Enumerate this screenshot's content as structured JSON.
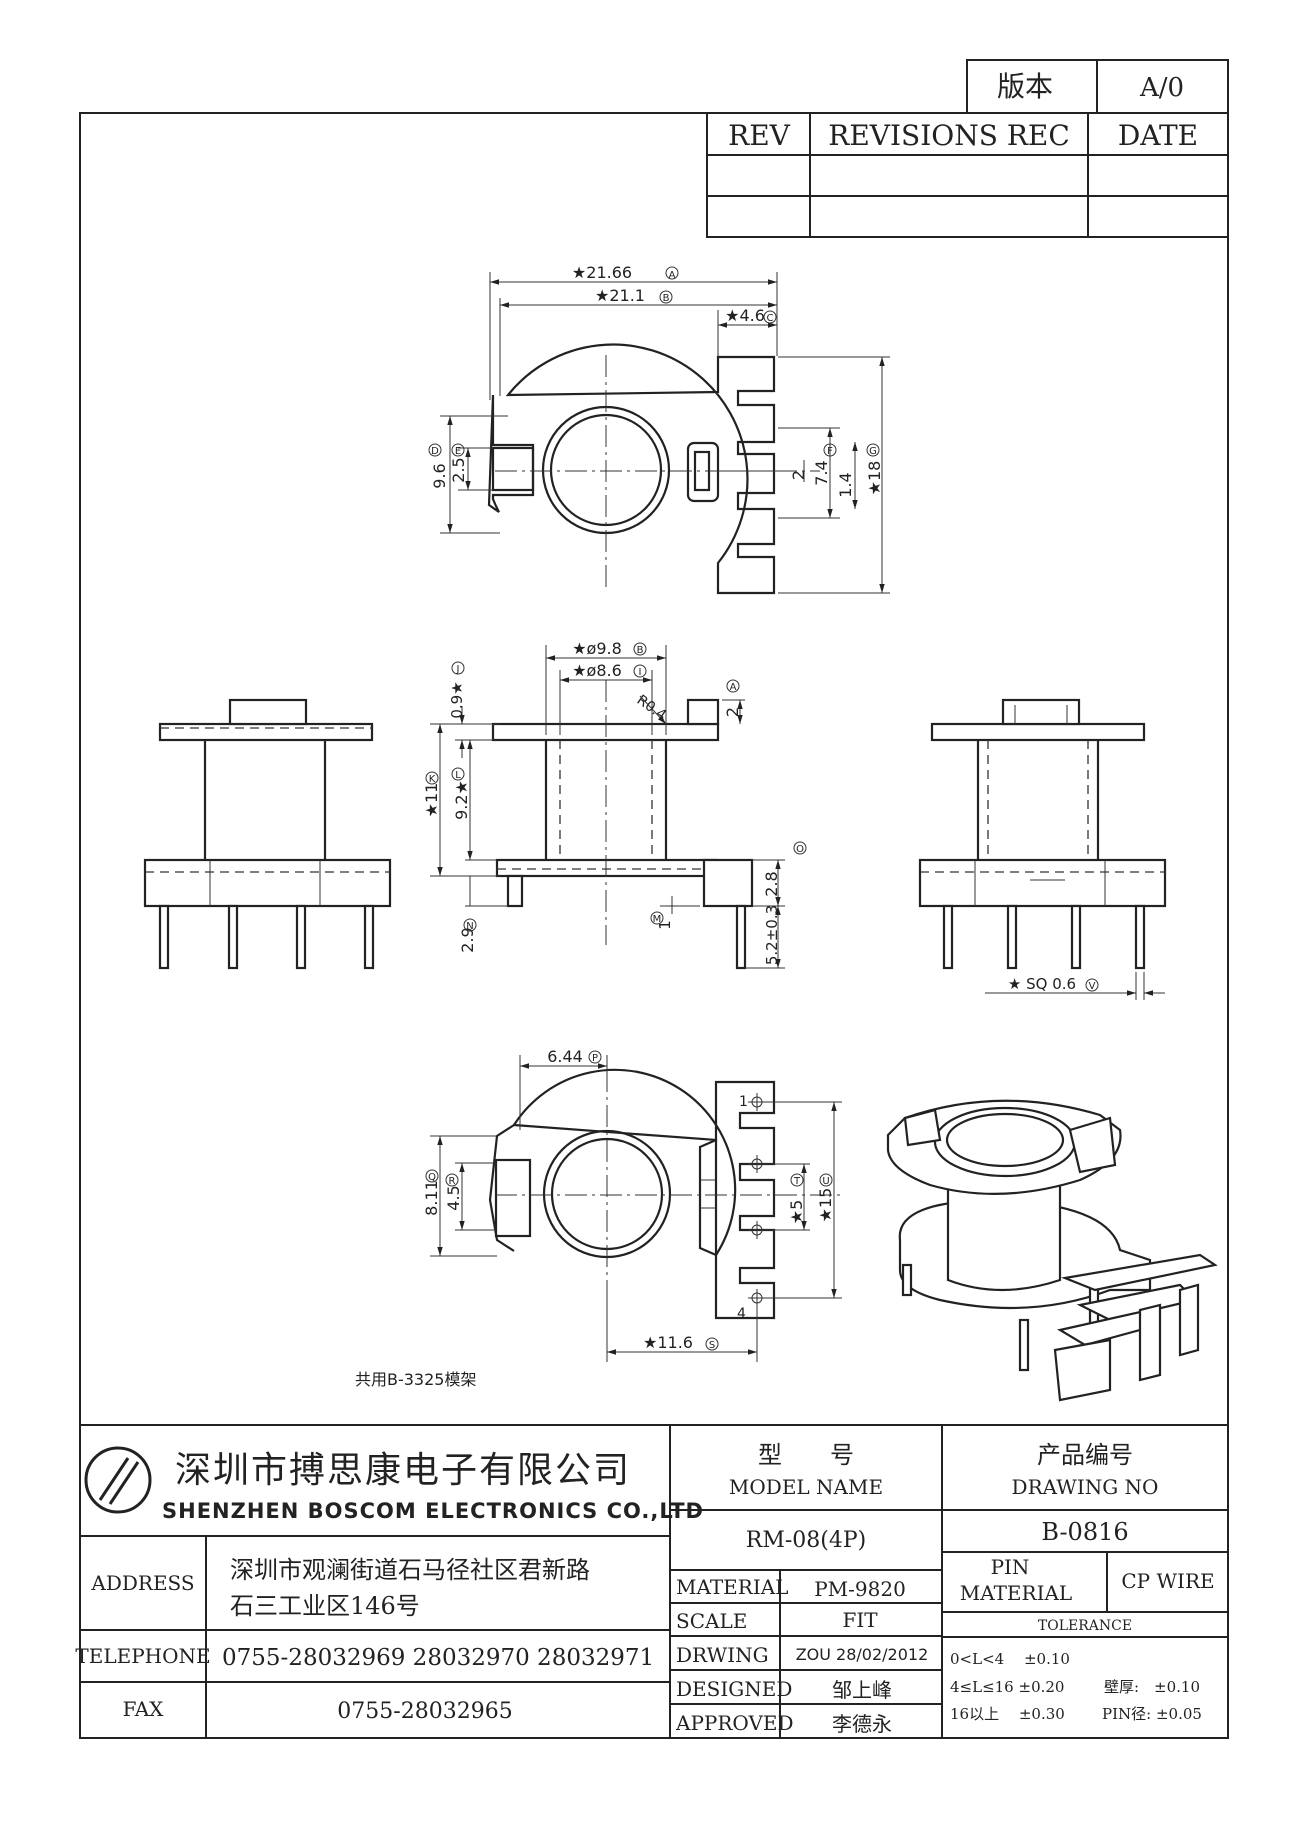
{
  "revision_block": {
    "version_label": "版本",
    "version_value": "A/0",
    "col_rev": "REV",
    "col_revisions": "REVISIONS REC",
    "col_date": "DATE"
  },
  "dimensions": {
    "top_view": {
      "d_a": "★21.66",
      "d_b": "★21.1",
      "d_c": "★4.6",
      "d_d": "9.6",
      "d_e": "2.5",
      "d_f": "7.4",
      "d_f2": "2",
      "d_14": "1.4",
      "d_g": "★18"
    },
    "front_view": {
      "d_b": "★ø9.8",
      "d_i": "★ø8.6",
      "r04": "R0.4",
      "d_a2": "2",
      "d_j": "0.9★",
      "d_k": "★11",
      "d_l": "9.2★",
      "d_o": "2.8",
      "d_n": "2.9",
      "d_m": "1",
      "d_52": "5.2±0.3"
    },
    "side_view": {
      "sq": "★ SQ 0.6"
    },
    "bottom_view": {
      "d_p": "6.44",
      "d_q": "8.11",
      "d_r": "4.5",
      "d_t": "★5",
      "d_u": "★15",
      "d_s": "★11.6",
      "pin1": "1",
      "pin4": "4"
    },
    "circle_letters": [
      "A",
      "B",
      "C",
      "D",
      "E",
      "F",
      "G",
      "J",
      "I",
      "K",
      "L",
      "O",
      "N",
      "M",
      "V",
      "P",
      "Q",
      "R",
      "T",
      "U",
      "S"
    ]
  },
  "note": "共用B-3325模架",
  "title_block": {
    "company_cn": "深圳市搏思康电子有限公司",
    "company_en": "SHENZHEN BOSCOM ELECTRONICS CO.,LTD",
    "model_cn": "型　　号",
    "model_en": "MODEL NAME",
    "drawing_cn": "产品编号",
    "drawing_en": "DRAWING NO",
    "model_value": "RM-08(4P)",
    "drawing_value": "B-0816",
    "address_label": "ADDRESS",
    "address_line1": "深圳市观澜街道石马径社区君新路",
    "address_line2": "石三工业区146号",
    "telephone_label": "TELEPHONE",
    "telephone_value": "0755-28032969 28032970 28032971",
    "fax_label": "FAX",
    "fax_value": "0755-28032965",
    "material_label": "MATERIAL",
    "material_value": "PM-9820",
    "pin_label": "PIN",
    "pin_material_label": "MATERIAL",
    "pin_value": "CP WIRE",
    "scale_label": "SCALE",
    "scale_value": "FIT",
    "tolerance_label": "TOLERANCE",
    "drwing_label": "DRWING",
    "drwing_value": "ZOU 28/02/2012",
    "designed_label": "DESIGNED",
    "designed_value": "邹上峰",
    "approved_label": "APPROVED",
    "approved_value": "李德永",
    "tol1": "0<L<4　 ±0.10",
    "tol2": "4≤L≤16 ±0.20",
    "tol3": "16以上　 ±0.30",
    "wall": "壁厚:　±0.10",
    "pindia": "PIN径: ±0.05"
  }
}
